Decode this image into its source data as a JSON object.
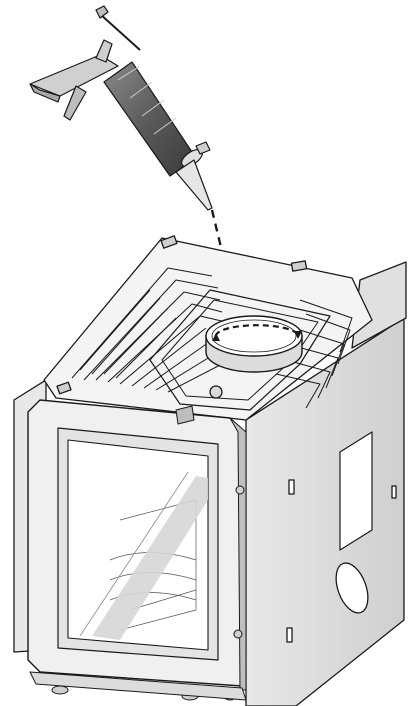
{
  "figure": {
    "type": "technical-illustration",
    "background": "#ffffff",
    "stroke_color": "#1a1a1a",
    "fill_light": "#f2f2f2",
    "fill_mid": "#d9d9d9",
    "fill_dark": "#9a9a9a",
    "glass_fill": "#ffffff"
  },
  "components": {
    "caulking_gun": "caulking-gun-icon",
    "insertion_path": "dashed-insertion-arrow",
    "sealant_path": "dashed-circular-arrow",
    "firebox": "stove-firebox",
    "door": "glass-door",
    "flue_collar": "flue-collar"
  }
}
